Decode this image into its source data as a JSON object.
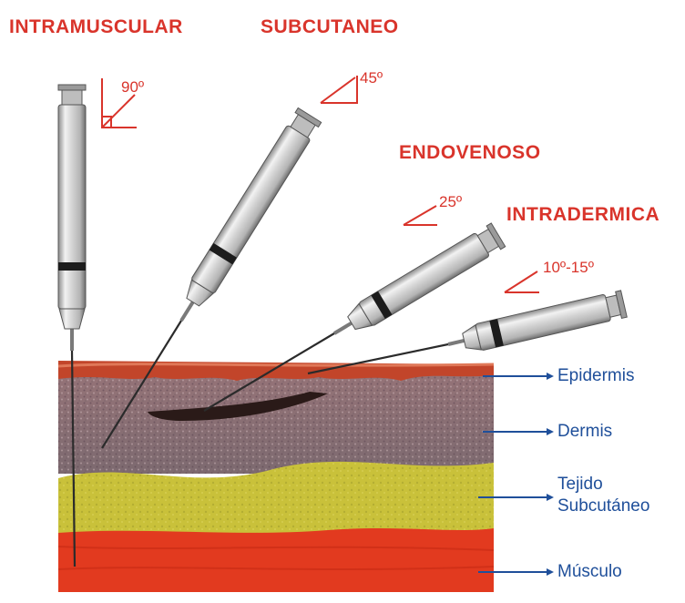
{
  "colors": {
    "title_red": "#d9342b",
    "layer_blue": "#1f4f9a",
    "epidermis": "#c2452a",
    "dermis": "#8c6f73",
    "subcutaneous": "#c9c13a",
    "muscle": "#e23a1f"
  },
  "injections": [
    {
      "name": "INTRAMUSCULAR",
      "angle": "90º"
    },
    {
      "name": "SUBCUTANEO",
      "angle": "45º"
    },
    {
      "name": "ENDOVENOSO",
      "angle": "25º"
    },
    {
      "name": "INTRADERMICA",
      "angle": "10º-15º"
    }
  ],
  "layers": [
    {
      "label": "Epidermis"
    },
    {
      "label": "Dermis"
    },
    {
      "label": "Tejido\nSubcutáneo"
    },
    {
      "label": "Músculo"
    }
  ]
}
